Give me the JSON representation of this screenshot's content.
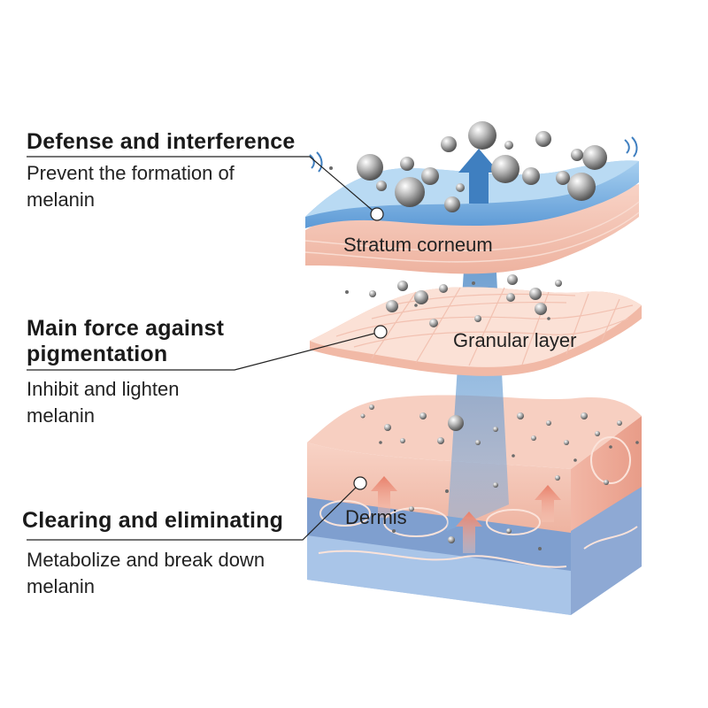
{
  "annotations": [
    {
      "heading": "Defense and interference",
      "description": "Prevent the formation of melanin"
    },
    {
      "heading": "Main force against pigmentation",
      "description": "Inhibit and lighten melanin"
    },
    {
      "heading": "Clearing and eliminating",
      "description": "Metabolize and break down melanin"
    }
  ],
  "layers": [
    {
      "label": "Stratum corneum"
    },
    {
      "label": "Granular layer"
    },
    {
      "label": "Dermis"
    }
  ],
  "colors": {
    "barrier_blue": "#6fa8dc",
    "skin_pink": "#f6cdbf",
    "dermis_blue": "#8fb0d8",
    "melanin_gray": "#8a8a8a",
    "arrow_blue": "#4a86c5",
    "arrow_red": "#e8806a"
  }
}
